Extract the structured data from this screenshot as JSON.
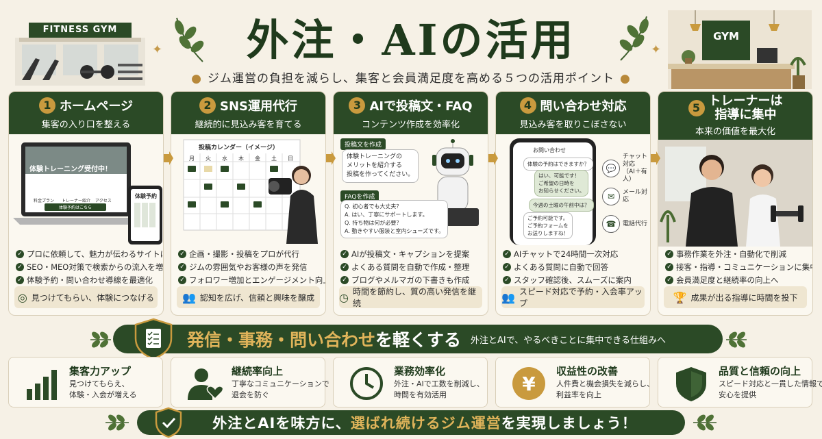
{
  "colors": {
    "primary": "#2b4a26",
    "accent": "#c99a3e",
    "background": "#f6f1e6"
  },
  "header": {
    "title": "外注・AIの活用",
    "subtitle": "ジム運営の負担を減らし、集客と会員満足度を高める５つの活用ポイント",
    "left_sign": "FITNESS GYM",
    "right_sign": "GYM"
  },
  "cards": [
    {
      "num": "1",
      "title": "ホームページ",
      "subtitle": "集客の入り口を整える",
      "illus": {
        "hero": "体験トレーニング受付中！",
        "icons": [
          "料金プラン",
          "トレーナー紹介",
          "アクセス"
        ],
        "cta": "体験予約はこちら",
        "phone_title": "体験予約"
      },
      "bullets": [
        "プロに依頼して、魅力が伝わるサイトに",
        "SEO・MEO対策で検索からの流入を増加",
        "体験予約・問い合わせ導線を最適化"
      ],
      "footer": "見つけてもらい、体験につなげる",
      "footer_icon": "target-icon"
    },
    {
      "num": "2",
      "title": "SNS運用代行",
      "subtitle": "継続的に見込み客を育てる",
      "illus": {
        "calendar_title": "投稿カレンダー（イメージ）",
        "days": [
          "月",
          "火",
          "水",
          "木",
          "金",
          "土",
          "日"
        ]
      },
      "bullets": [
        "企画・撮影・投稿をプロが代行",
        "ジムの雰囲気やお客様の声を発信",
        "フォロワー増加とエンゲージメント向上"
      ],
      "footer": "認知を広げ、信頼と興味を醸成",
      "footer_icon": "people-icon"
    },
    {
      "num": "3",
      "title": "AIで投稿文・FAQ",
      "subtitle": "コンテンツ作成を効率化",
      "illus": {
        "tag1": "投稿文を作成",
        "bubble1": [
          "体験トレーニングの",
          "メリットを紹介する",
          "投稿を作ってください。"
        ],
        "tag2": "FAQを作成",
        "faq": [
          "Q. 初心者でも大丈夫？",
          "A. はい、丁寧にサポートします。",
          "Q. 持ち物は何が必要？",
          "A. 動きやすい服装と室内シューズです。"
        ]
      },
      "bullets": [
        "AIが投稿文・キャプションを提案",
        "よくある質問を自動で作成・整理",
        "ブログやメルマガの下書きも作成"
      ],
      "footer": "時間を節約し、質の高い発信を継続",
      "footer_icon": "clock-icon"
    },
    {
      "num": "4",
      "title": "問い合わせ対応",
      "subtitle": "見込み客を取りこぼさない",
      "illus": {
        "phone_title": "お問い合わせ",
        "msg1": "体験の予約はできますか？",
        "msg2": [
          "はい、可能です！",
          "ご希望の日時を",
          "お知らせください。"
        ],
        "msg3": "今週の土曜の午前中は？",
        "msg4": [
          "ご予約可能です。",
          "ご予約フォームを",
          "お送りしますね！"
        ],
        "channels": [
          [
            "チャット対応",
            "（AI＋有人）"
          ],
          [
            "メール対応"
          ],
          [
            "電話代行"
          ]
        ]
      },
      "bullets": [
        "AIチャットで24時間一次対応",
        "よくある質問に自動で回答",
        "スタッフ確認後、スムーズに案内"
      ],
      "footer": "スピード対応で予約・入会率アップ",
      "footer_icon": "people-icon"
    },
    {
      "num": "5",
      "title_lines": [
        "トレーナーは",
        "指導に集中"
      ],
      "subtitle": "本来の価値を最大化",
      "bullets": [
        "事務作業を外注・自動化で削減",
        "接客・指導・コミュニケーションに集中",
        "会員満足度と継続率の向上へ"
      ],
      "footer": "成果が出る指導に時間を投下",
      "footer_icon": "trophy-icon"
    }
  ],
  "banner": {
    "main_gold": "発信・事務・問い合わせ",
    "main_white": "を軽くする",
    "note": "外注とAIで、やるべきことに集中できる仕組みへ"
  },
  "benefits": [
    {
      "icon": "bar-chart-icon",
      "title": "集客力アップ",
      "desc": [
        "見つけてもらえ、",
        "体験・入会が増える"
      ]
    },
    {
      "icon": "person-heart-icon",
      "title": "継続率向上",
      "desc": [
        "丁寧なコミュニケーションで",
        "退会を防ぐ"
      ]
    },
    {
      "icon": "clock-icon",
      "title": "業務効率化",
      "desc": [
        "外注・AIで工数を削減し、",
        "時間を有効活用"
      ]
    },
    {
      "icon": "yen-icon",
      "title": "収益性の改善",
      "desc": [
        "人件費と機会損失を減らし、",
        "利益率を向上"
      ]
    },
    {
      "icon": "shield-icon",
      "title": "品質と信頼の向上",
      "desc": [
        "スピード対応と一貫した情報で",
        "安心を提供"
      ]
    }
  ],
  "closing": {
    "part1": "外注とAIを味方に、",
    "gold": "選ばれ続けるジム運営",
    "part2": "を実現しましょう！"
  }
}
